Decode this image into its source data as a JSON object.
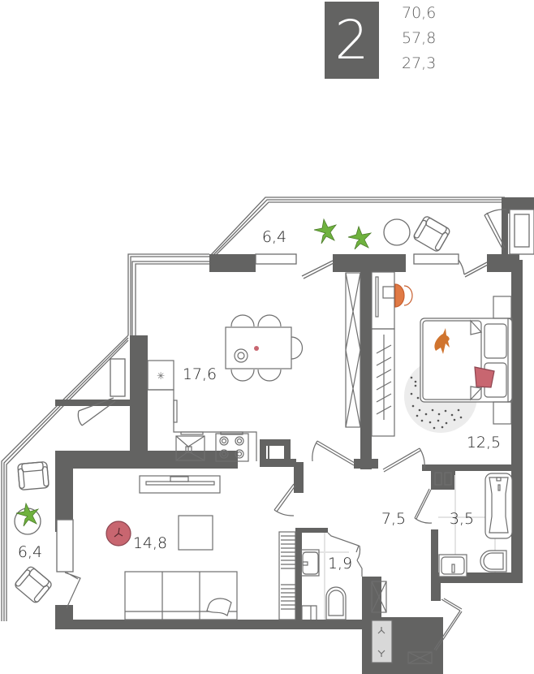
{
  "header": {
    "rooms_count": "2",
    "areas": {
      "total": "70,6",
      "living": "57,8",
      "residential": "27,3"
    }
  },
  "colors": {
    "wall": "#636362",
    "line": "#6e6e6e",
    "plant": "#6fb23e",
    "accent_red": "#c86670",
    "accent_orange": "#e07a45",
    "rug": "#ececec",
    "tile": "#e4e4e4"
  },
  "rooms": [
    {
      "id": "balcony-top",
      "name": "balcony",
      "area": "6,4"
    },
    {
      "id": "kitchen-living",
      "name": "kitchen-dining",
      "area": "17,6"
    },
    {
      "id": "bedroom",
      "name": "bedroom",
      "area": "12,5"
    },
    {
      "id": "living-room",
      "name": "living-room",
      "area": "14,8"
    },
    {
      "id": "balcony-left",
      "name": "balcony",
      "area": "6,4"
    },
    {
      "id": "hallway",
      "name": "hallway",
      "area": "7,5"
    },
    {
      "id": "bathroom",
      "name": "bathroom",
      "area": "3,5"
    },
    {
      "id": "wc",
      "name": "toilet",
      "area": "1,9"
    }
  ]
}
